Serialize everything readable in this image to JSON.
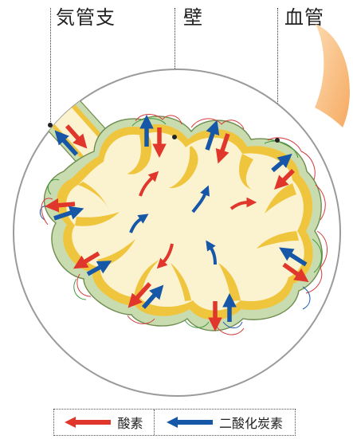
{
  "labels": {
    "bronchus": "気管支",
    "wall": "壁",
    "vessel": "血管"
  },
  "legend": {
    "oxygen": "酸素",
    "carbon_dioxide": "二酸化炭素"
  },
  "colors": {
    "oxygen_arrow": "#e0362c",
    "carbon_dioxide_arrow": "#1757a8",
    "alveolus_fill": "#fbf3cf",
    "alveolus_wall": "#f0c53e",
    "outer_membrane": "#c9dcaf",
    "highlight": "#f7b264"
  }
}
